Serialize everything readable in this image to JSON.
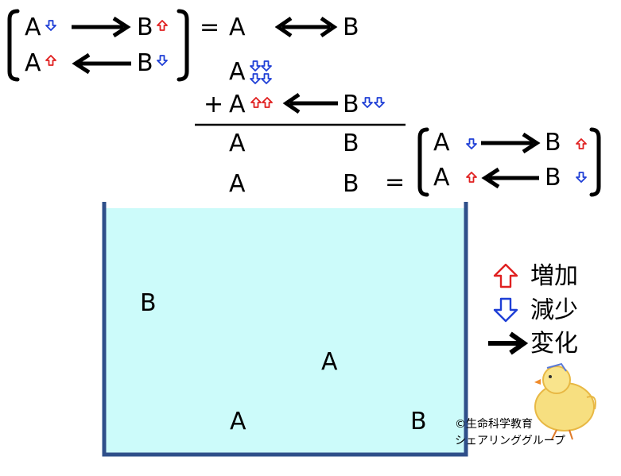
{
  "equation": {
    "eq1": {
      "top_left": "A",
      "top_right": "B",
      "bottom_left": "A",
      "bottom_right": "B",
      "equals": "=",
      "result_left": "A",
      "result_right": "B"
    },
    "sum": {
      "row1_label": "A",
      "plus": "+",
      "row2_left": "A",
      "row2_right": "B"
    },
    "results": {
      "row1_left": "A",
      "row1_right": "B",
      "row2_left": "A",
      "row2_right": "B",
      "equals": "=",
      "bracket_top_left": "A",
      "bracket_top_right": "B",
      "bracket_bottom_left": "A",
      "bracket_bottom_right": "B"
    }
  },
  "tank": {
    "labels": [
      "B",
      "A",
      "A",
      "B"
    ],
    "fill_color": "#ccfbfa",
    "wall_color": "#2f4f8a"
  },
  "legend": {
    "increase_label": "増加",
    "decrease_label": "減少",
    "change_label": "変化",
    "increase_color": "#e02020",
    "decrease_color": "#1f3fd6"
  },
  "credit": {
    "line1": "©生命科学教育",
    "line2": "シェアリンググループ"
  }
}
